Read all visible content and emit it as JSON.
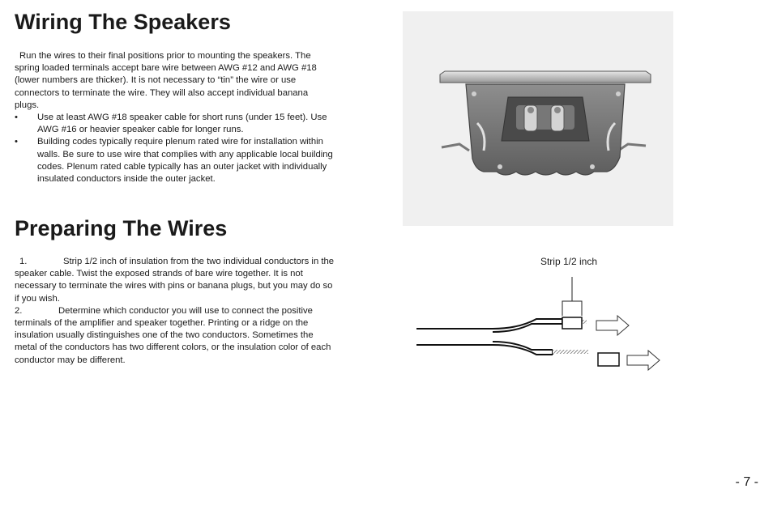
{
  "sections": {
    "wiring": {
      "title": "Wiring The Speakers",
      "intro": "Run the wires to their final positions prior to mounting the speakers. The spring loaded terminals accept bare wire between AWG #12 and AWG #18 (lower numbers are thicker). It is not necessary to “tin” the wire or use connectors to terminate the wire. They will also accept individual banana plugs.",
      "bullets": [
        "Use at least AWG #18 speaker cable for short runs (under 15 feet). Use AWG #16 or heavier speaker cable for longer runs.",
        "Building codes typically require plenum rated wire for installation within walls. Be sure to use wire that complies with any applicable local building codes. Plenum rated cable typically has an outer jacket with individually insulated conductors inside the outer jacket."
      ],
      "bullet_symbol": "•"
    },
    "preparing": {
      "title": "Preparing The Wires",
      "steps": [
        {
          "number": "1.",
          "text": "Strip 1/2 inch of insulation from the two individual conductors in the speaker cable. Twist the exposed strands of bare wire together. It is not necessary to terminate the wires with pins or banana plugs, but you may do so if you wish."
        },
        {
          "number": "2.",
          "text": "Determine which conductor you will use to connect the positive terminals of the amplifier and speaker together. Printing or a ridge on the insulation usually distinguishes one of the two conductors. Sometimes the metal of the conductors has two different colors, or the insulation color of each conductor may be different."
        }
      ]
    }
  },
  "diagram": {
    "label": "Strip 1/2 inch"
  },
  "page_number": "- 7 -"
}
